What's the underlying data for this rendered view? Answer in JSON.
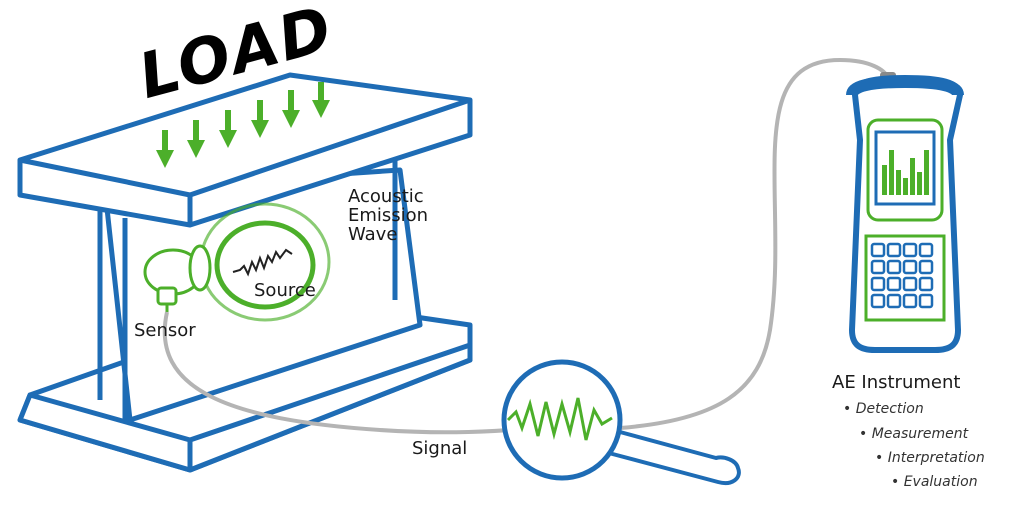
{
  "diagram": {
    "load_label": "LOAD",
    "wave_label": "Acoustic\nEmission\nWave",
    "source_label": "Source",
    "sensor_label": "Sensor",
    "signal_label": "Signal",
    "instrument": {
      "title": "AE Instrument",
      "steps": [
        "• Detection",
        "• Measurement",
        "• Interpretation",
        "• Evaluation"
      ]
    }
  },
  "colors": {
    "beam_blue": "#1e6cb5",
    "accent_green": "#4caf2a",
    "cable_gray": "#b4b4b4",
    "text": "#1a1a1a"
  },
  "icons": [
    "down-arrow-icon",
    "sensor-icon",
    "magnifier-icon",
    "ae-instrument-icon",
    "bar-chart-icon",
    "keypad-icon"
  ]
}
